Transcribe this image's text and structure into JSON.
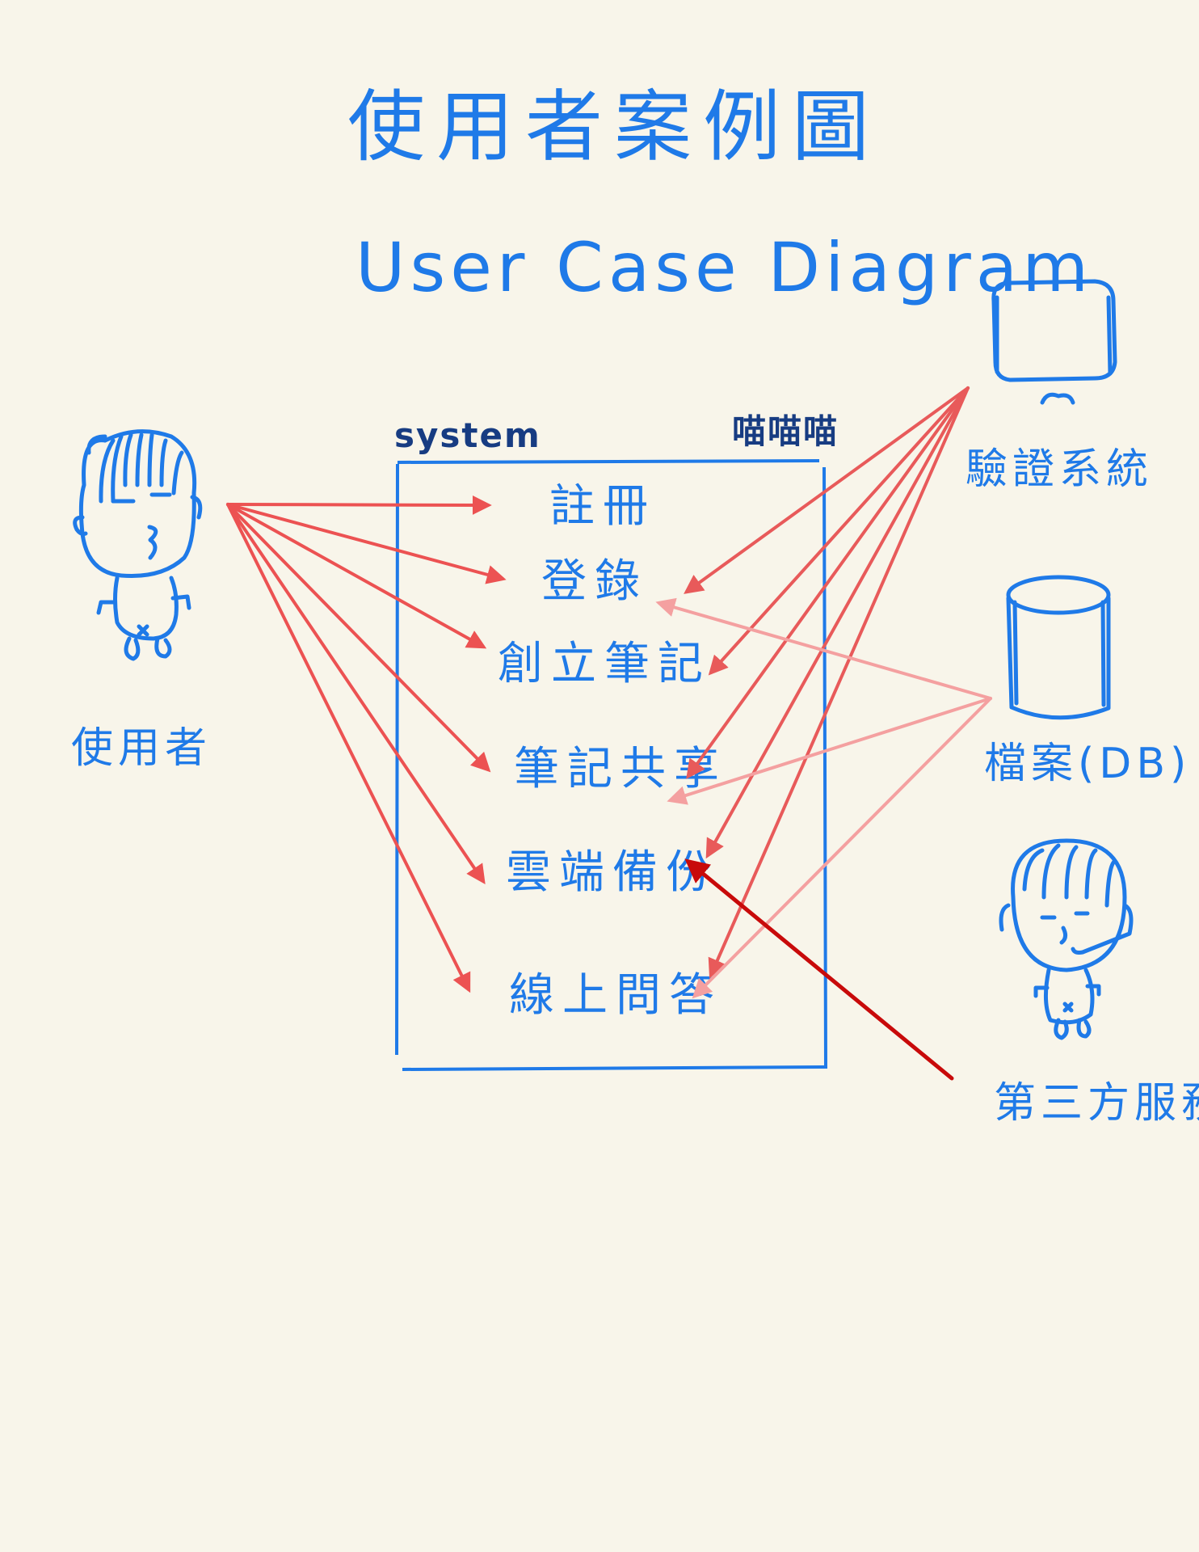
{
  "diagram": {
    "title_zh": "使用者案例圖",
    "title_en": "User Case Diagram",
    "system": {
      "label": "system",
      "name": "喵喵喵"
    },
    "use_cases": [
      {
        "id": "register",
        "label": "註冊"
      },
      {
        "id": "login",
        "label": "登錄"
      },
      {
        "id": "create_note",
        "label": "創立筆記"
      },
      {
        "id": "share_note",
        "label": "筆記共享"
      },
      {
        "id": "cloud_backup",
        "label": "雲端備份"
      },
      {
        "id": "online_survey",
        "label": "線上問答"
      }
    ],
    "actors": [
      {
        "id": "user",
        "label": "使用者",
        "icon": "person-icon"
      },
      {
        "id": "auth",
        "label": "驗證系統",
        "icon": "computer-icon"
      },
      {
        "id": "db",
        "label": "檔案(DB)",
        "icon": "database-icon"
      },
      {
        "id": "third_party",
        "label": "第三方服務",
        "icon": "person-headset-icon"
      }
    ],
    "relations": [
      {
        "from": "user",
        "to": "register"
      },
      {
        "from": "user",
        "to": "login"
      },
      {
        "from": "user",
        "to": "create_note"
      },
      {
        "from": "user",
        "to": "share_note"
      },
      {
        "from": "user",
        "to": "cloud_backup"
      },
      {
        "from": "user",
        "to": "online_survey"
      },
      {
        "from": "auth",
        "to": "login"
      },
      {
        "from": "auth",
        "to": "create_note"
      },
      {
        "from": "auth",
        "to": "share_note"
      },
      {
        "from": "auth",
        "to": "cloud_backup"
      },
      {
        "from": "auth",
        "to": "online_survey"
      },
      {
        "from": "db",
        "to": "login"
      },
      {
        "from": "db",
        "to": "share_note"
      },
      {
        "from": "db",
        "to": "online_survey"
      },
      {
        "from": "third_party",
        "to": "cloud_backup"
      }
    ],
    "colors": {
      "user": "#ec5252",
      "auth": "#e85a5a",
      "db": "#f4a0a0",
      "third_party": "#c80a0a",
      "ink": "#1f7ae8",
      "navy": "#173c82",
      "background": "#f8f5ea"
    }
  }
}
